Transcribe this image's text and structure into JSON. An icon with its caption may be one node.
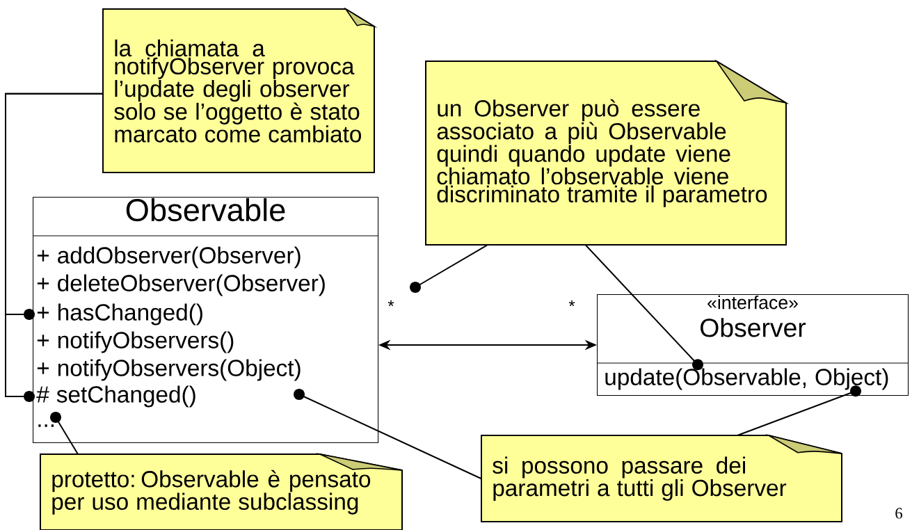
{
  "diagram": {
    "nodes": [
      {
        "text": [
          "la chiamata a notifyObserver provoca l’update degli observer solo se l’oggetto è stato marcato come cambiato"
        ]
      },
      {
        "text": [
          "Observable"
        ]
      },
      {
        "text": [
          "+ addObserver(Observer)"
        ],
        "in": 1
      },
      {
        "text": [
          "+ deleteObserver(Observer)"
        ],
        "in": 1
      },
      {
        "text": [
          "+ hasChanged()"
        ],
        "in": 1
      },
      {
        "text": [
          "+ notifyObservers()"
        ],
        "in": 1
      },
      {
        "text": [
          "+ notifyObservers(Object)"
        ],
        "in": 1
      },
      {
        "text": [
          "# setChanged()"
        ],
        "in": 1
      },
      {
        "text": [
          "..."
        ],
        "in": 1
      },
      {
        "text": [
          "un Observer può essere associato a più Observable quindi quando update viene chiamato l’observable viene discriminato tramite il parametro"
        ]
      },
      {
        "text": [
          "«interface»",
          "Observer"
        ]
      },
      {
        "text": [
          "update(Observable, Object)"
        ],
        "in": 10
      },
      {
        "text": [
          "si possono passare dei parametri a tutti gli Observer"
        ]
      },
      {
        "text": [
          "protetto: Observable è pensato per uso mediante subclassing"
        ]
      }
    ],
    "edges": [
      {
        "from": 0,
        "to": 4,
        "arrow": "other"
      },
      {
        "from": 0,
        "to": 7,
        "arrow": "other"
      },
      {
        "from": 9,
        "to": null,
        "arrow": "other"
      },
      {
        "from": 9,
        "to": 11,
        "arrow": "other"
      },
      {
        "from": 1,
        "to": 10,
        "arrow": "both"
      },
      {
        "from": 12,
        "to": 11,
        "arrow": "other"
      },
      {
        "from": 12,
        "to": 6,
        "arrow": "other"
      },
      {
        "from": 13,
        "to": 8,
        "arrow": "other"
      }
    ],
    "labels": [
      "*",
      "*",
      "6"
    ]
  }
}
